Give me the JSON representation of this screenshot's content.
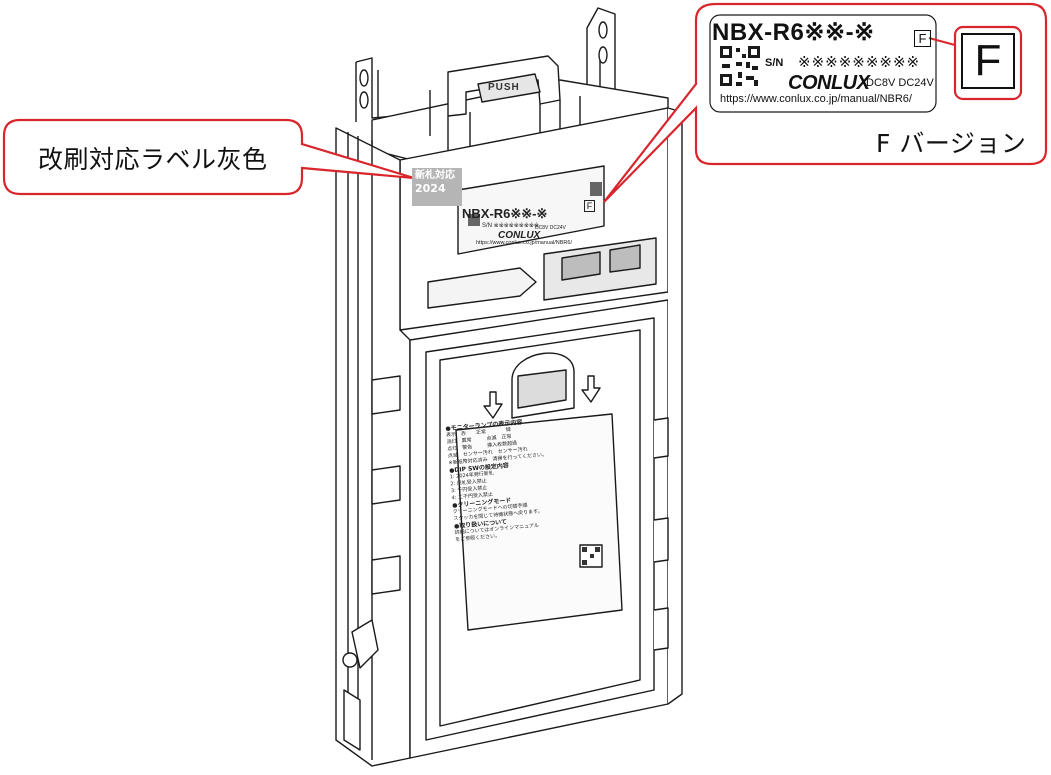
{
  "left_callout": {
    "text": "改刷対応ラベル灰色"
  },
  "version_callout": {
    "text": "F バージョン"
  },
  "big_label": {
    "model": "NBX-R6※※-※",
    "sn_key": "S/N",
    "sn_value": "※※※※※※※※※",
    "brand": "CONLUX",
    "voltage": "DC8V DC24V",
    "url": "https://www.conlux.co.jp/manual/NBR6/",
    "version_mark": "F"
  },
  "big_f_box": "F",
  "device": {
    "push_text": "PUSH",
    "badge_line1": "新札対応",
    "badge_year": "2024",
    "small_label": {
      "model": "NBX-R6※※-※",
      "sn": "S/N ※※※※※※※※※",
      "brand": "CONLUX",
      "voltage": "DC8V DC24V",
      "url": "https://www.conlux.co.jp/manual/NBR6/",
      "version_mark": "F"
    },
    "instruction_lines": [
      "●モニターランプの表示内容",
      "表示　赤　　正常　　　　緑",
      "消灯　異常　　　点滅　正常",
      "点灯　警告　　　挿入枚数超過",
      "点滅　センサー汚れ　センサー汚れ",
      "※新紙幣対応済み　清掃を行ってください。",
      "●DIP SWの設定内容",
      "1: 2024年発行新札",
      "2: 旧札受入禁止",
      "3: 千円受入禁止",
      "4: 二千円受入禁止",
      "●クリーニングモード",
      "クリーニングモードへの切替手順",
      "スタッカを閉じて待機状態へ戻ります。",
      "●取り扱いについて",
      "詳細についてはオンラインマニュアル",
      "をご参照ください。"
    ]
  },
  "colors": {
    "callout_border": "#d9262d",
    "badge": "#b5b5b5",
    "outline": "#1a1a1a"
  }
}
